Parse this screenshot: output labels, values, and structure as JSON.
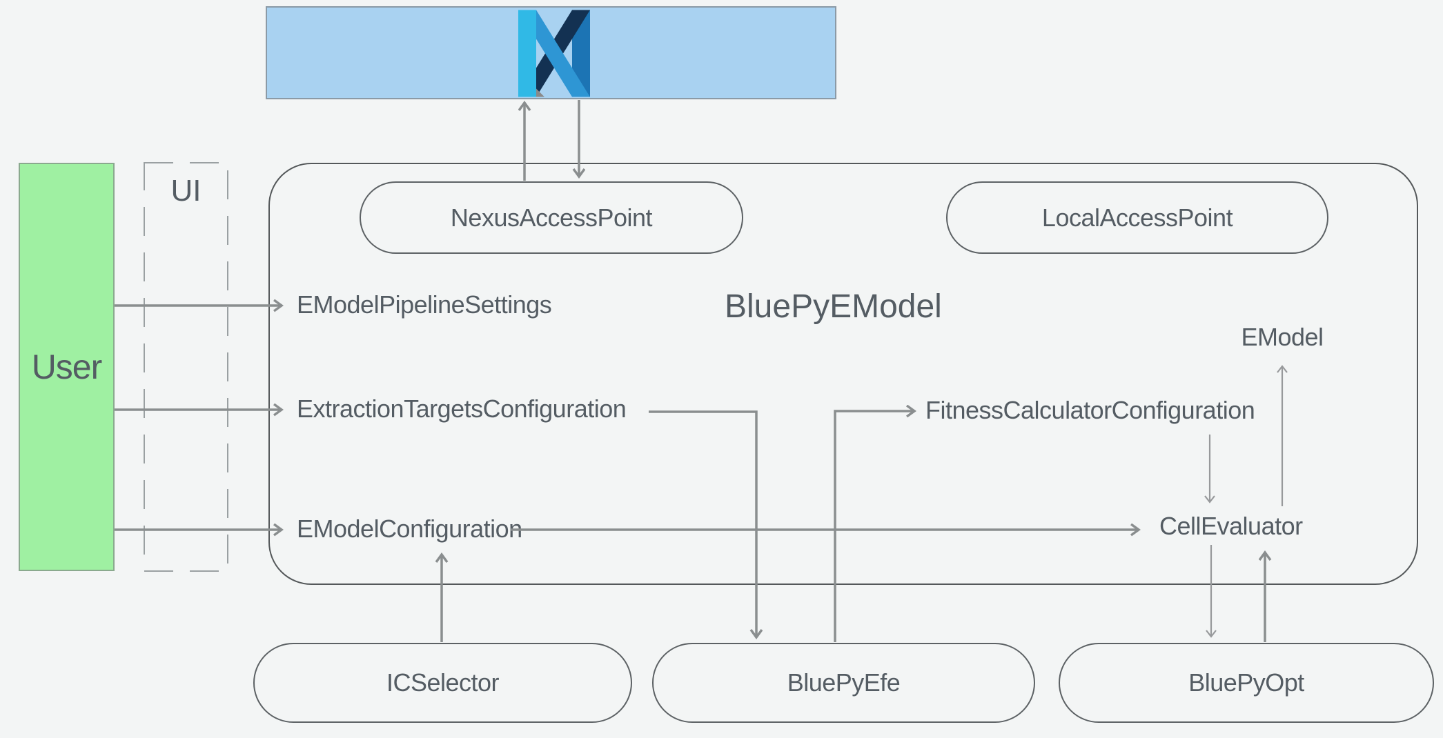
{
  "colors": {
    "background": "#f3f5f5",
    "nexus_bar_fill": "#a9d2f1",
    "nexus_bar_border": "#8b9aa6",
    "user_fill": "#9ff0a2",
    "user_border": "#8aa98e",
    "container_border": "#54585a",
    "pill_border": "#5c6164",
    "text": "#545c63",
    "arrow_thick": "#8a8e8f",
    "arrow_thin": "#97999b",
    "ui_dash": "#9aa0a2",
    "logo_cyan": "#30b9e6",
    "logo_mid_blue": "#2e96d4",
    "logo_dark_blue": "#1c74b4",
    "logo_navy": "#133152",
    "logo_gray": "#8a8a8a"
  },
  "diagram": {
    "title": "BluePyEModel",
    "user": {
      "label": "User"
    },
    "ui": {
      "label": "UI"
    },
    "access_points": {
      "nexus": {
        "label": "NexusAccessPoint"
      },
      "local": {
        "label": "LocalAccessPoint"
      }
    },
    "nodes": {
      "pipeline_settings": {
        "label": "EModelPipelineSettings"
      },
      "extraction_targets": {
        "label": "ExtractionTargetsConfiguration"
      },
      "emodel_configuration": {
        "label": "EModelConfiguration"
      },
      "fitness_calculator": {
        "label": "FitnessCalculatorConfiguration"
      },
      "cell_evaluator": {
        "label": "CellEvaluator"
      },
      "emodel": {
        "label": "EModel"
      }
    },
    "tools": {
      "icselector": {
        "label": "ICSelector"
      },
      "bluepyefe": {
        "label": "BluePyEfe"
      },
      "bluepyopt": {
        "label": "BluePyOpt"
      }
    }
  }
}
